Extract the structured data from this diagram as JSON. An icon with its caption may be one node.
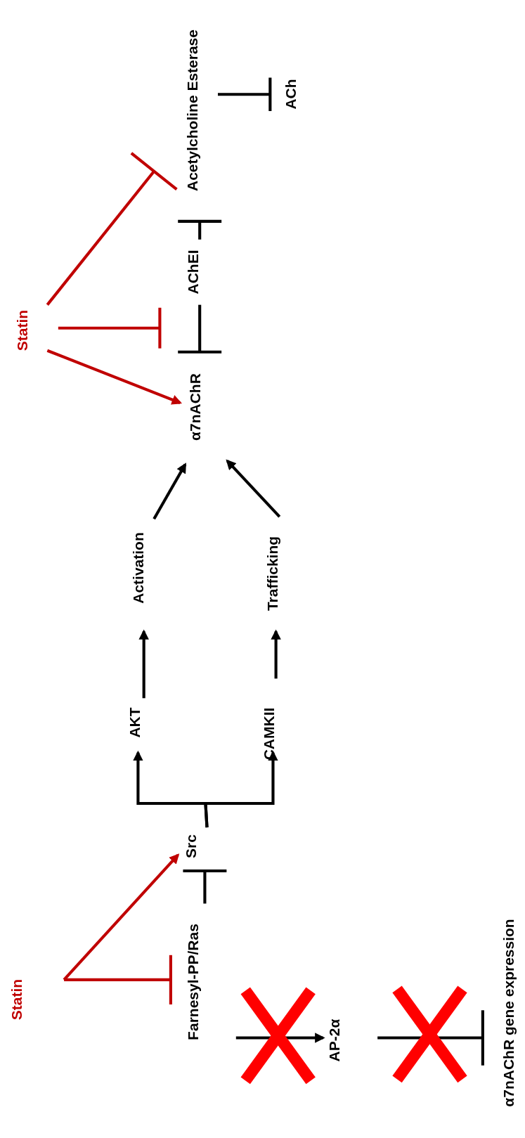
{
  "diagram": {
    "nodes": [
      {
        "text": [
          "Statin"
        ]
      },
      {
        "text": [
          "Statin"
        ]
      },
      {
        "text": [
          "Acetylcholine Esterase"
        ]
      },
      {
        "text": [
          "ACh"
        ]
      },
      {
        "text": [
          "AChEI"
        ]
      },
      {
        "text": [
          "α7nAChR"
        ]
      },
      {
        "text": [
          "Activation"
        ]
      },
      {
        "text": [
          "Trafficking"
        ]
      },
      {
        "text": [
          "AKT"
        ]
      },
      {
        "text": [
          "CAMKII"
        ]
      },
      {
        "text": [
          "Src"
        ]
      },
      {
        "text": [
          "Farnesyl-PP/Ras"
        ]
      },
      {
        "text": [
          "AP-2α"
        ]
      },
      {
        "text": [
          "α7nAChR gene expression"
        ]
      }
    ],
    "edges": [
      {
        "from": 0,
        "to": 2,
        "arrow": "other",
        "color": "#c00000"
      },
      {
        "from": 0,
        "to": 4,
        "arrow": "other",
        "color": "#c00000"
      },
      {
        "from": 0,
        "to": 5,
        "arrow": "to",
        "color": "#c00000"
      },
      {
        "from": 4,
        "to": 5,
        "arrow": "other"
      },
      {
        "from": 4,
        "to": 2,
        "arrow": "other"
      },
      {
        "from": 2,
        "to": 3,
        "arrow": "other"
      },
      {
        "from": 6,
        "to": 5,
        "arrow": "to"
      },
      {
        "from": 7,
        "to": 5,
        "arrow": "to"
      },
      {
        "from": 8,
        "to": 6,
        "arrow": "to"
      },
      {
        "from": 9,
        "to": 7,
        "arrow": "to"
      },
      {
        "from": 10,
        "to": 8,
        "arrow": "to"
      },
      {
        "from": 10,
        "to": 9,
        "arrow": "to"
      },
      {
        "from": 11,
        "to": 10,
        "arrow": "other"
      },
      {
        "from": 1,
        "to": 10,
        "arrow": "to",
        "color": "#c00000"
      },
      {
        "from": 1,
        "to": 11,
        "arrow": "other",
        "color": "#c00000"
      },
      {
        "from": null,
        "to": 12,
        "arrow": "to"
      },
      {
        "from": null,
        "to": 13,
        "arrow": "other"
      }
    ]
  }
}
